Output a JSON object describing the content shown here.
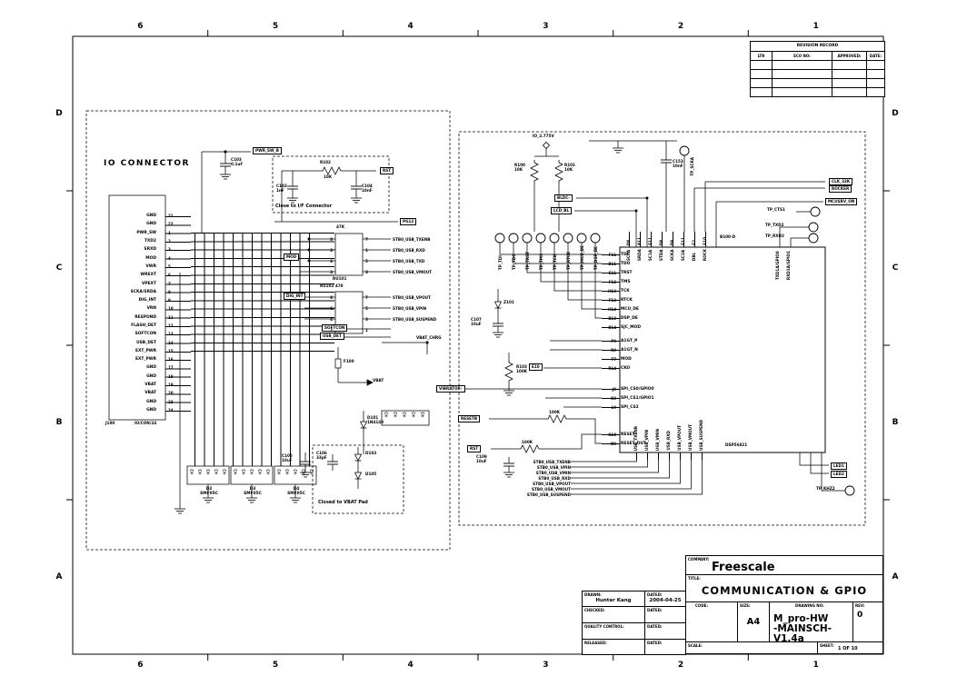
{
  "sheet": {
    "zones_h": [
      "6",
      "5",
      "4",
      "3",
      "2",
      "1"
    ],
    "zones_v": [
      "D",
      "C",
      "B",
      "A"
    ]
  },
  "revision_table": {
    "title": "REVISION RECORD",
    "columns": [
      "LTR",
      "ECO NO:",
      "APPROVED:",
      "DATE:"
    ],
    "rows": [
      "",
      "",
      "",
      ""
    ]
  },
  "title_block": {
    "company_label": "COMPANY:",
    "company": "Freescale",
    "title_label": "TITLE:",
    "title": "COMMUNICATION & GPIO",
    "code_label": "CODE:",
    "size_label": "SIZE:",
    "size": "A4",
    "drawing_label": "DRAWING NO:",
    "drawing_line1": "M_pro-HW",
    "drawing_line2": "-MAINSCH-V1.4a",
    "rev_label": "REV:",
    "rev": "0",
    "scale_label": "SCALE:",
    "sheet_label": "SHEET:",
    "sheet": "1 OF 10",
    "drawn_label": "DRAWN:",
    "drawn": "Hunter Kang",
    "dated_label": "DATED:",
    "drawn_date": "2004-04-25",
    "checked_label": "CHECKED:",
    "qc_label": "QUALITY CONTROL:",
    "released_label": "RELEASED:"
  },
  "io": {
    "heading": "IO CONNECTOR",
    "ref": "J100",
    "type": "IO/CON/24",
    "pins": [
      {
        "name": "GND",
        "num": "21"
      },
      {
        "name": "GND",
        "num": "22"
      },
      {
        "name": "PWR_SW",
        "num": "1"
      },
      {
        "name": "TXD2",
        "num": "2"
      },
      {
        "name": "SRXD",
        "num": "3"
      },
      {
        "name": "MOD",
        "num": "4"
      },
      {
        "name": "VWR",
        "num": "5"
      },
      {
        "name": "WREXT",
        "num": "6"
      },
      {
        "name": "VPEXT",
        "num": "7"
      },
      {
        "name": "SCKA/SRDA",
        "num": "8"
      },
      {
        "name": "DIG_INT",
        "num": "9"
      },
      {
        "name": "VRN",
        "num": "10"
      },
      {
        "name": "RESPOND",
        "num": "11"
      },
      {
        "name": "FLASH_DET",
        "num": "12"
      },
      {
        "name": "SOFTCON",
        "num": "13"
      },
      {
        "name": "USB_DET",
        "num": "14"
      },
      {
        "name": "EXT_PWR",
        "num": "15"
      },
      {
        "name": "EXT_PWR",
        "num": "16"
      },
      {
        "name": "GND",
        "num": "17"
      },
      {
        "name": "GND",
        "num": "18"
      },
      {
        "name": "VBAT",
        "num": "19"
      },
      {
        "name": "VBAT",
        "num": "20"
      },
      {
        "name": "GND",
        "num": "23"
      },
      {
        "name": "GND",
        "num": "24"
      }
    ],
    "if_box": {
      "label": "Close to I/F Connector",
      "r": "R102",
      "r_v": "10K",
      "c1": "C102",
      "c1_v": "1nF",
      "c2": "C104",
      "c2_v": "10nF"
    },
    "ru1": {
      "ref": "RU101",
      "val": "47K",
      "out": [
        "STB0_USB_TXENB",
        "STB0_USB_RXD",
        "STB0_USB_TXD",
        "STB0_USB_VMOUT"
      ],
      "pl": [
        "8",
        "2",
        "6",
        "4"
      ],
      "pr": [
        "7",
        "1",
        "5",
        "3"
      ]
    },
    "ru2": {
      "ref": "RU102",
      "val": "470",
      "out": [
        "STB0_USB_VPOUT",
        "STB0_USB_VPIN",
        "STB0_USB_SUSPEND"
      ],
      "pl": [
        "8",
        "6",
        "4",
        "2"
      ],
      "pr": [
        "7",
        "5",
        "3",
        "1"
      ]
    },
    "c103": "C103",
    "c103_v": "0.1uF",
    "f100": "F100",
    "d101": "D101",
    "d101_v": "1N4148",
    "c105": "C105",
    "c105_v": "10uF",
    "c106": "C106",
    "c106_v": "33pF",
    "vbat_box": "Closed to VBAT Pad",
    "d103": "D103",
    "d105": "D105",
    "arrays": [
      {
        "ref": "D2",
        "part": "SMF05C"
      },
      {
        "ref": "D3",
        "part": "SMF05C"
      },
      {
        "ref": "D4",
        "part": "SMF05C"
      }
    ]
  },
  "nets": {
    "pwr_sw_b": "PWR_SW_B",
    "rst": "RST",
    "pg12": "PG12",
    "mod": "MOD",
    "dig_int": "DIG_INT",
    "softcon": "SOFTCON",
    "usb_det": "USB_DET",
    "vbat_chrg": "VBAT_CHRG",
    "vbat": "VBAT",
    "bldc": "BLDC-",
    "lcd_bl": "LCD_BL",
    "vibrator": "VIBRATOR-",
    "resetb": "RESETB",
    "e10": "E10",
    "clk_32k": "CLK_32K",
    "rocker": "ROCKER",
    "mcusrv_on": "MCUSRV_ON",
    "led1": "LED1",
    "led2": "LED2",
    "io_pwr": "IO_2.775V"
  },
  "cpu": {
    "ref": "DSP56821",
    "b100d": "B100-D",
    "jtag": [
      {
        "n": "TDI",
        "p": "F11"
      },
      {
        "n": "TDO",
        "p": "B11"
      },
      {
        "n": "TRST",
        "p": "E11"
      },
      {
        "n": "TMS",
        "p": "F12"
      },
      {
        "n": "TCK",
        "p": "H13"
      },
      {
        "n": "RTCK",
        "p": "F13"
      },
      {
        "n": "MCU_DE",
        "p": "H14"
      },
      {
        "n": "DSP_DE",
        "p": "B13"
      },
      {
        "n": "SJC_MOD",
        "p": "B14"
      }
    ],
    "mid": [
      {
        "n": "A1GT_P",
        "p": "P9"
      },
      {
        "n": "A1GT_N",
        "p": "R9"
      },
      {
        "n": "MOD",
        "p": "T7"
      },
      {
        "n": "CKO",
        "p": "R14"
      }
    ],
    "spi": [
      {
        "n": "SPI_CS0/GPIO0",
        "p": "J9"
      },
      {
        "n": "SPI_CS1/GPIO1",
        "p": "K9"
      },
      {
        "n": "SPI_CS2",
        "p": "L9"
      }
    ],
    "rstpins": [
      {
        "n": "RESET",
        "p": "K10"
      },
      {
        "n": "RESET_OUT",
        "p": "N9"
      }
    ],
    "top": [
      "SC0A",
      "SRDA",
      "SC1A",
      "STDA",
      "SCKA",
      "SC2A",
      "DBL",
      "ROCK"
    ],
    "top_refs": [
      "D8",
      "A11",
      "E11",
      "D8",
      "D9",
      "E11",
      "E2",
      "F10"
    ],
    "right_v": [
      "TXD1A/GPIO0",
      "RXD1A/GPIO1"
    ],
    "bottom": [
      "USB_TXENB",
      "USB_VPIN",
      "USB_VMIN",
      "USB_RXD",
      "USB_VPOUT",
      "USB_VMOUT",
      "USB_SUSPEND"
    ],
    "usb_labels": [
      "STB0_USB_TXENB",
      "STB0_USB_VPIN",
      "STB0_USB_VMIN",
      "STB0_USB_RXD",
      "STB0_USB_VPOUT",
      "STB0_USB_VMOUT",
      "STB0_USB_SUSPEND"
    ],
    "tps": [
      "TP_TDI",
      "TP_TDO",
      "TP_TRST",
      "TP_TMS",
      "TP_TCK",
      "TP_RTCK",
      "TP_MCU_DE",
      "TP_DSP_DE"
    ],
    "r100": "R100",
    "r100_v": "10K",
    "r101": "R101",
    "r101_v": "10K",
    "c153": "C153",
    "c153_v": "10nF",
    "tp_scka": "TP_SCKA",
    "z101": "Z101",
    "c107": "C107",
    "c107_v": "10uF",
    "r103": "R103",
    "r103_v": "100K",
    "r_rst_v": "100K",
    "r_rstb_v": "100K",
    "c109": "C109",
    "c109_v": "10uF",
    "tp_cts1": "TP_CTS1",
    "tp_txd2": "TP_TXD2",
    "tp_rxd2": "TP_RXD2",
    "tp_khz2": "TP_KHZ2"
  }
}
